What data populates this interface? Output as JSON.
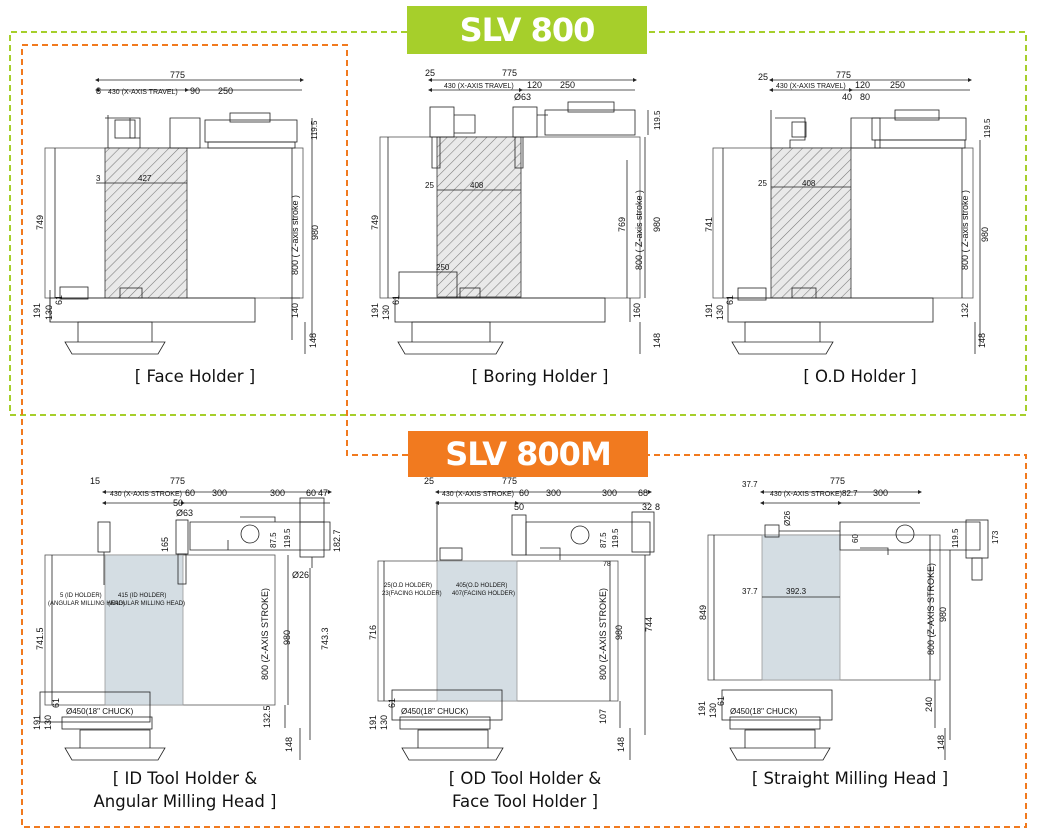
{
  "sections": {
    "slv800": {
      "label": "SLV 800",
      "color": "#a6cf2b"
    },
    "slv800m": {
      "label": "SLV 800M",
      "color": "#f17a1f"
    }
  },
  "captions": {
    "face_holder": "[ Face Holder ]",
    "boring_holder": "[ Boring Holder ]",
    "od_holder": "[ O.D Holder ]",
    "id_tool_line1": "[ ID Tool Holder &",
    "id_tool_line2": "Angular Milling Head ]",
    "od_tool_line1": "[ OD Tool Holder &",
    "od_tool_line2": "Face Tool Holder ]",
    "straight_milling": "[ Straight Milling Head ]"
  },
  "panels": {
    "face": {
      "d775": "775",
      "d8": "8",
      "d430": "430 (X-AXIS TRAVEL)",
      "d90": "90",
      "d250": "250",
      "d195": "119.5",
      "d3": "3",
      "d427": "427",
      "d749": "749",
      "d980": "980",
      "d800": "800 ( Z-axis stroke )",
      "d191": "191",
      "d130": "130",
      "d61": "61",
      "d140": "140",
      "d148": "148"
    },
    "boring": {
      "d25": "25",
      "d775": "775",
      "d430": "430 (X-AXIS TRAVEL)",
      "d120": "120",
      "d250": "250",
      "dphi": "Ø63",
      "d195": "119.5",
      "d25b": "25",
      "d408": "408",
      "d749": "749",
      "d769": "769",
      "d800": "800 ( Z-axis stroke )",
      "d980": "980",
      "d250b": "250",
      "d191": "191",
      "d130": "130",
      "d61": "61",
      "d160": "160",
      "d148": "148"
    },
    "od": {
      "d25": "25",
      "d775": "775",
      "d430": "430 (X-AXIS TRAVEL)",
      "d120": "120",
      "d250": "250",
      "d40": "40",
      "d80": "80",
      "d195": "119.5",
      "d25b": "25",
      "d408": "408",
      "d741": "741",
      "d800": "800 ( Z-axis stroke )",
      "d980": "980",
      "d191": "191",
      "d130": "130",
      "d61": "61",
      "d132": "132",
      "d148": "148"
    },
    "idtool": {
      "d15": "15",
      "d775": "775",
      "d430": "430 (X-AXIS STROKE)",
      "d60": "60",
      "d300a": "300",
      "d300b": "300",
      "d60b": "60",
      "d47": "47",
      "d50": "50",
      "dphi63": "Ø63",
      "d165": "165",
      "d875": "87.5",
      "d1195": "119.5",
      "d1827": "182.7",
      "dphi26": "Ø26",
      "note1a": "5 (ID HOLDER)",
      "note1b": "(ANGULAR MILLING HEAD)",
      "note2a": "415 (ID HOLDER)",
      "note2b": "(ANGULAR MILLING HEAD)",
      "d7415": "741.5",
      "d800": "800 (Z-AXIS STROKE)",
      "d980": "980",
      "d7433": "743.3",
      "chuck": "Ø450(18\" CHUCK)",
      "d191": "191",
      "d130": "130",
      "d61": "61",
      "d1325": "132.5",
      "d148": "148"
    },
    "odtool": {
      "d25": "25",
      "d775": "775",
      "d430": "430 (X-AXIS STROKE)",
      "d60": "60",
      "d300a": "300",
      "d300b": "300",
      "d68": "68",
      "d32": "32",
      "d8": "8",
      "d50": "50",
      "d1195": "119.5",
      "d875": "87.5",
      "d78": "78",
      "note1a": "25(O.D HOLDER)",
      "note1b": "23(FACING HOLDER)",
      "note2a": "405(O.D HOLDER)",
      "note2b": "407(FACING HOLDER)",
      "d716": "716",
      "d800": "800 (Z-AXIS STROKE)",
      "d980": "980",
      "d744": "744",
      "chuck": "Ø450(18\" CHUCK)",
      "d191": "191",
      "d130": "130",
      "d61": "61",
      "d107": "107",
      "d148": "148"
    },
    "straight": {
      "d377": "37.7",
      "d775": "775",
      "d430": "430 (X-AXIS STROKE)",
      "d827": "82.7",
      "d300": "300",
      "dphi26": "Ø26",
      "d60": "60",
      "d1195": "119.5",
      "d173": "173",
      "d377b": "37.7",
      "d3923": "392.3",
      "d849": "849",
      "d800": "800 (Z-AXIS STROKE)",
      "d980": "980",
      "chuck": "Ø450(18\" CHUCK)",
      "d191": "191",
      "d130": "130",
      "d61": "61",
      "d240": "240",
      "d148": "148"
    }
  }
}
